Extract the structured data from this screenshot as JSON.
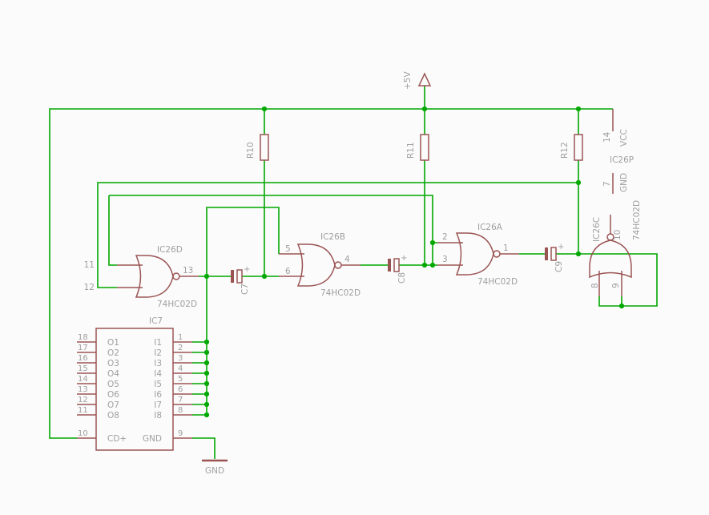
{
  "schematic": {
    "power": {
      "vcc": "+5V"
    },
    "gnd_symbol": "GND",
    "supply_part": {
      "name": "IC26P",
      "vcc_pin": "14",
      "vcc_name": "VCC",
      "gnd_pin": "7",
      "gnd_name": "GND"
    },
    "resistors": [
      {
        "name": "R10"
      },
      {
        "name": "R11"
      },
      {
        "name": "R12"
      }
    ],
    "capacitors": [
      {
        "name": "C7",
        "polarity": "+"
      },
      {
        "name": "C8",
        "polarity": "+"
      },
      {
        "name": "C9",
        "polarity": "+"
      }
    ],
    "gates": [
      {
        "name": "IC26D",
        "value": "74HC02D",
        "pin_in1": "11",
        "pin_in2": "12",
        "pin_out": "13"
      },
      {
        "name": "IC26B",
        "value": "74HC02D",
        "pin_in1": "5",
        "pin_in2": "6",
        "pin_out": "4"
      },
      {
        "name": "IC26A",
        "value": "74HC02D",
        "pin_in1": "2",
        "pin_in2": "3",
        "pin_out": "1"
      },
      {
        "name": "IC26C",
        "value": "74HC02D",
        "pin_in1": "8",
        "pin_in2": "9",
        "pin_out": "10"
      }
    ],
    "ic7": {
      "name": "IC7",
      "rows": [
        {
          "lpin": "18",
          "lname": "O1",
          "rname": "I1",
          "rpin": "1"
        },
        {
          "lpin": "17",
          "lname": "O2",
          "rname": "I2",
          "rpin": "2"
        },
        {
          "lpin": "16",
          "lname": "O3",
          "rname": "I3",
          "rpin": "3"
        },
        {
          "lpin": "15",
          "lname": "O4",
          "rname": "I4",
          "rpin": "4"
        },
        {
          "lpin": "14",
          "lname": "O5",
          "rname": "I5",
          "rpin": "5"
        },
        {
          "lpin": "13",
          "lname": "O6",
          "rname": "I6",
          "rpin": "6"
        },
        {
          "lpin": "12",
          "lname": "O7",
          "rname": "I7",
          "rpin": "7"
        },
        {
          "lpin": "11",
          "lname": "O8",
          "rname": "I8",
          "rpin": "8"
        }
      ],
      "bottom": {
        "lpin": "10",
        "lname": "CD+",
        "rname": "GND",
        "rpin": "9"
      }
    }
  },
  "colors": {
    "wire": "#00a800",
    "part": "#9b5454",
    "label": "#9f9f9f",
    "background": "#fbfbfb"
  }
}
